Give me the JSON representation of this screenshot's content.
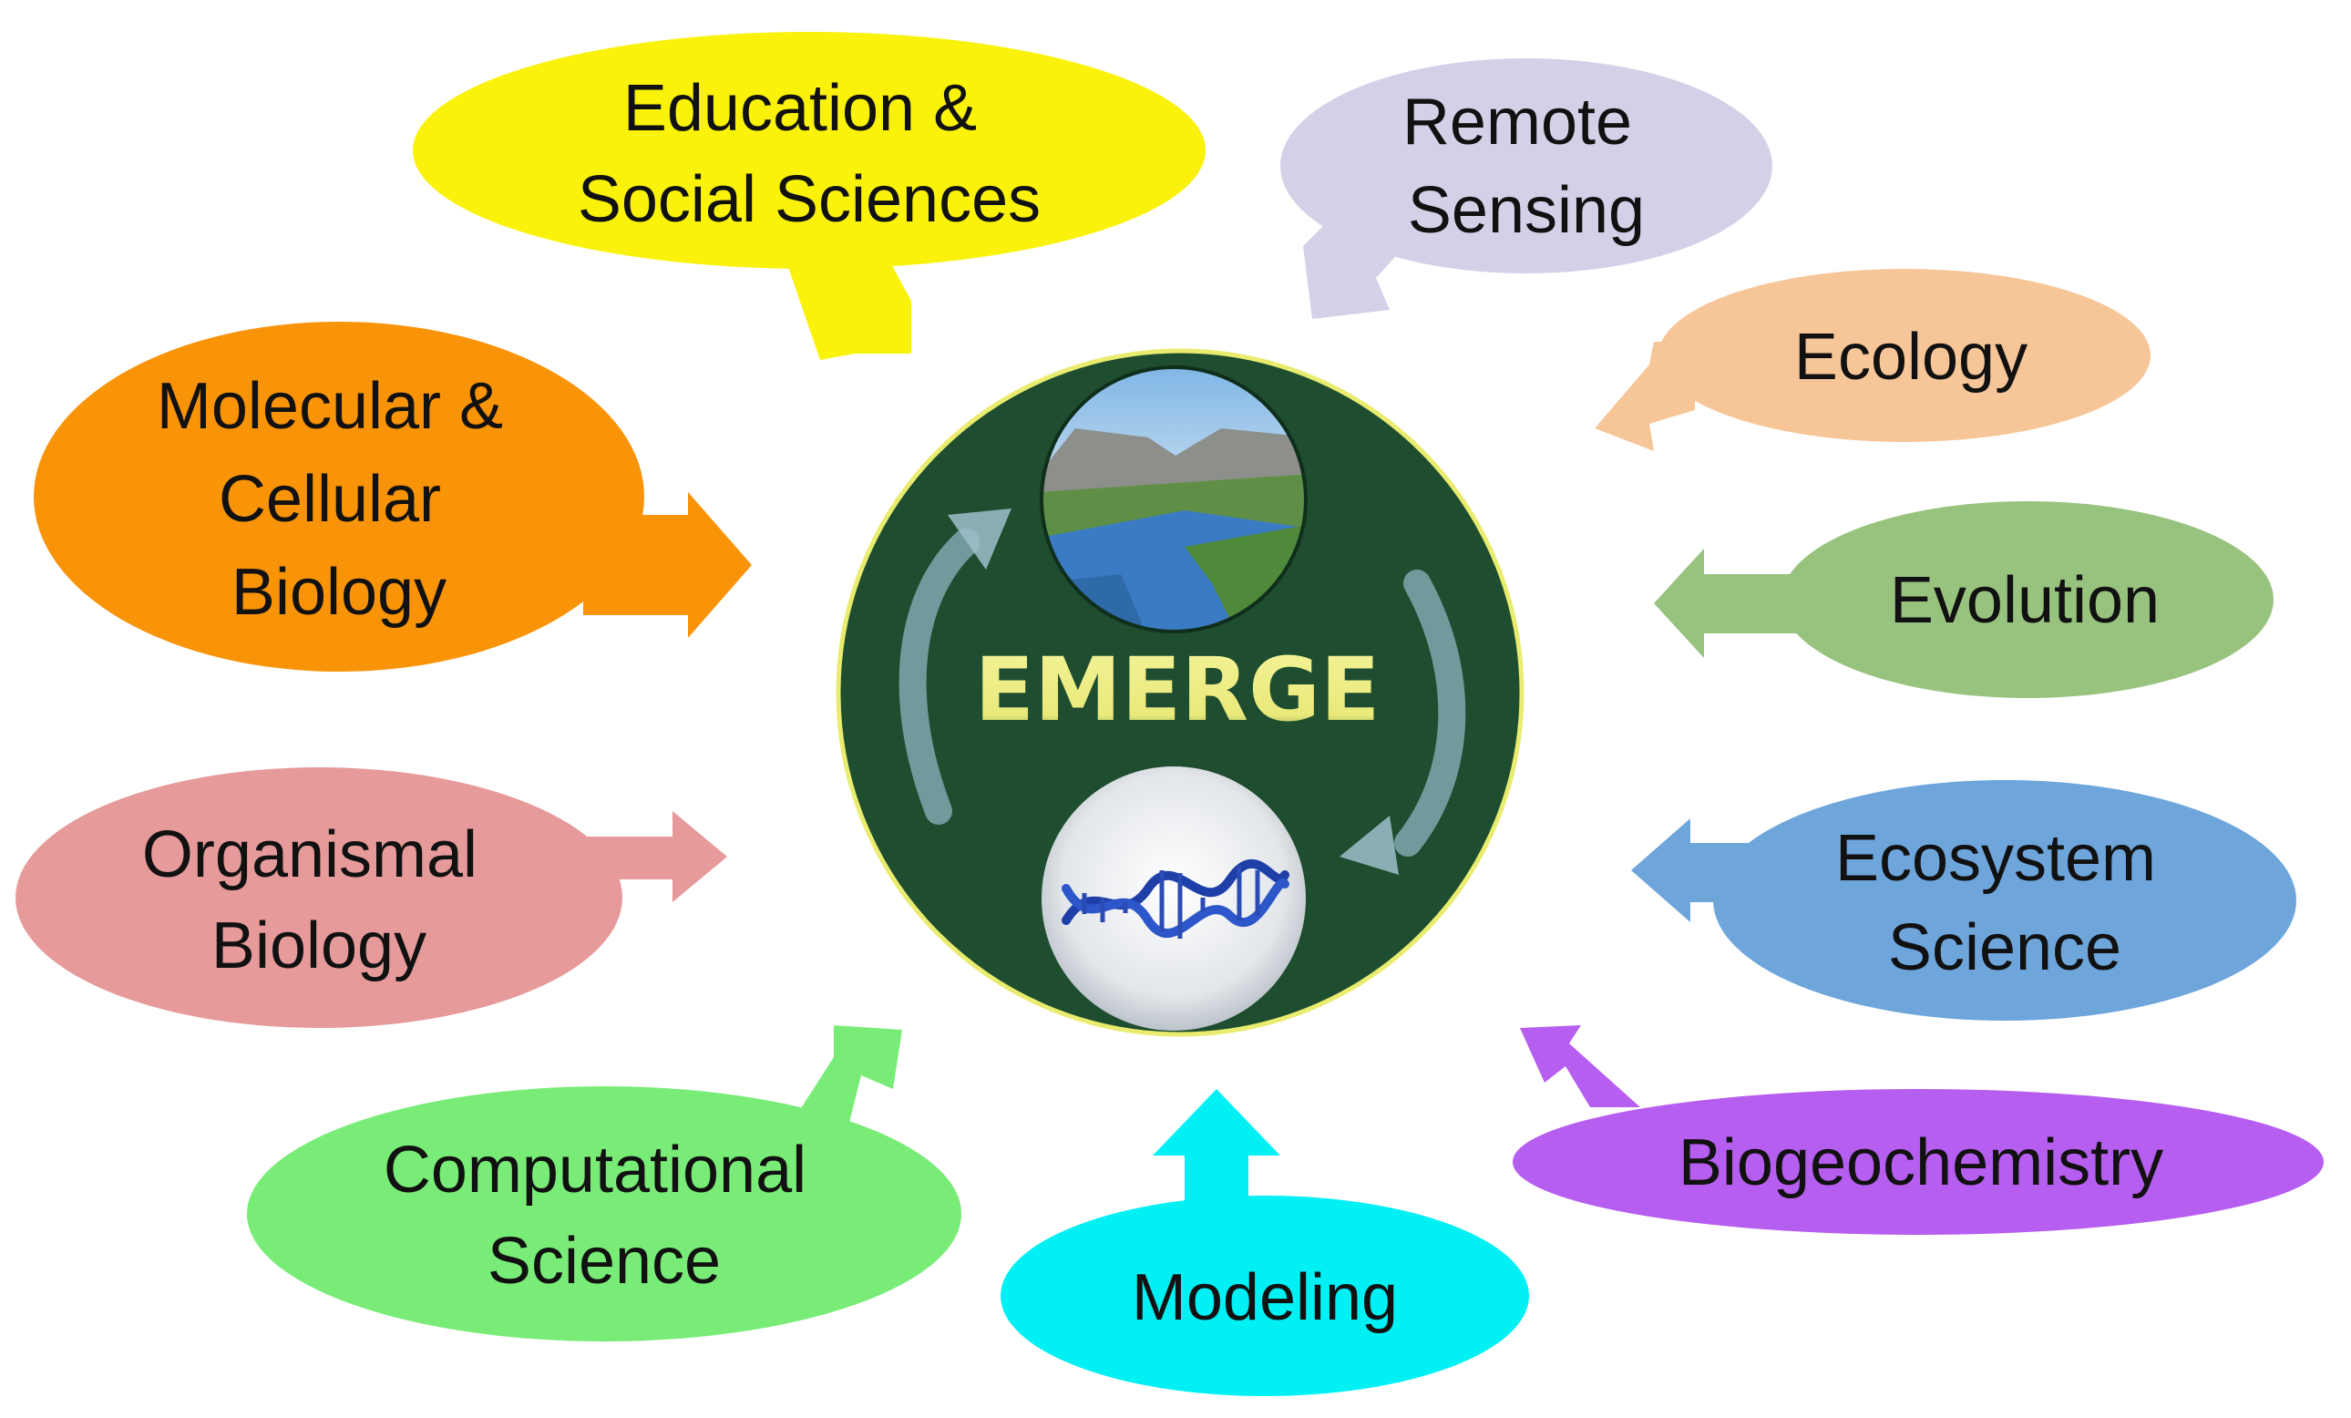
{
  "center": {
    "title": "EMERGE",
    "title_color": "#f2f08c",
    "disc_color": "#1e4d2f",
    "disc_border": "#e9ec6e",
    "cycle_arrow_color": "#8fb3c2",
    "top_image": "landscape-with-water",
    "bottom_image": "dna-double-helix"
  },
  "disciplines": [
    {
      "id": "education",
      "lines": [
        "Education &",
        "Social Sciences"
      ],
      "color": "#faf20a"
    },
    {
      "id": "remote-sensing",
      "lines": [
        "Remote",
        "Sensing"
      ],
      "color": "#d5d0e8"
    },
    {
      "id": "ecology",
      "lines": [
        "Ecology"
      ],
      "color": "#f7c698"
    },
    {
      "id": "evolution",
      "lines": [
        "Evolution"
      ],
      "color": "#98c37e"
    },
    {
      "id": "ecosystem",
      "lines": [
        "Ecosystem",
        "Science"
      ],
      "color": "#6ea6dc"
    },
    {
      "id": "biogeochemistry",
      "lines": [
        "Biogeochemistry"
      ],
      "color": "#b65ef0"
    },
    {
      "id": "modeling",
      "lines": [
        "Modeling"
      ],
      "color": "#00f0f4"
    },
    {
      "id": "computational",
      "lines": [
        "Computational",
        "Science"
      ],
      "color": "#79ec78"
    },
    {
      "id": "organismal",
      "lines": [
        "Organismal",
        "Biology"
      ],
      "color": "#e69a9a"
    },
    {
      "id": "molecular",
      "lines": [
        "Molecular &",
        "Cellular",
        "Biology"
      ],
      "color": "#f99307"
    }
  ]
}
